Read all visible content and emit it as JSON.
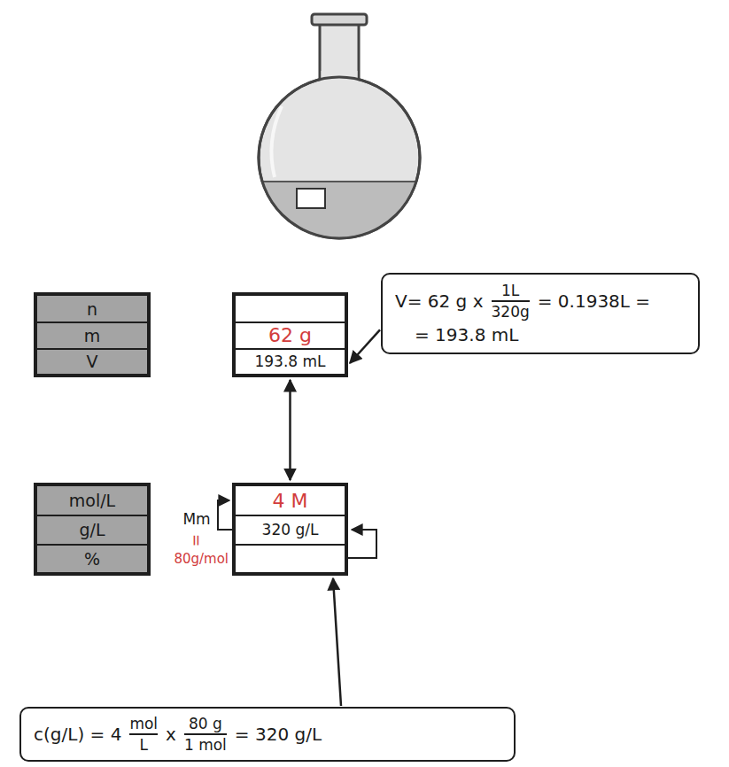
{
  "diagram": {
    "nodes": [
      {
        "text": [
          "n",
          "m",
          "V"
        ]
      },
      {
        "text": [
          "62 g",
          "193.8 mL"
        ]
      },
      {
        "text": [
          "V= 62 g x",
          "1L",
          "320g",
          "= 0.1938L =",
          "= 193.8 mL"
        ]
      },
      {
        "text": [
          "mol/L",
          "g/L",
          "%"
        ]
      },
      {
        "text": [
          "4 M",
          "320 g/L"
        ]
      },
      {
        "text": [
          "c(g/L) = 4",
          "mol",
          "L",
          "x",
          "80 g",
          "1 mol",
          "= 320 g/L"
        ]
      }
    ],
    "edges": [
      {
        "from": 1,
        "to": 4,
        "arrow": "both"
      },
      {
        "from": 2,
        "to": 1,
        "arrow": "to"
      },
      {
        "from": 5,
        "to": 4,
        "arrow": "to"
      }
    ],
    "labels": [
      "Mm",
      "=",
      "80g/mol"
    ]
  }
}
